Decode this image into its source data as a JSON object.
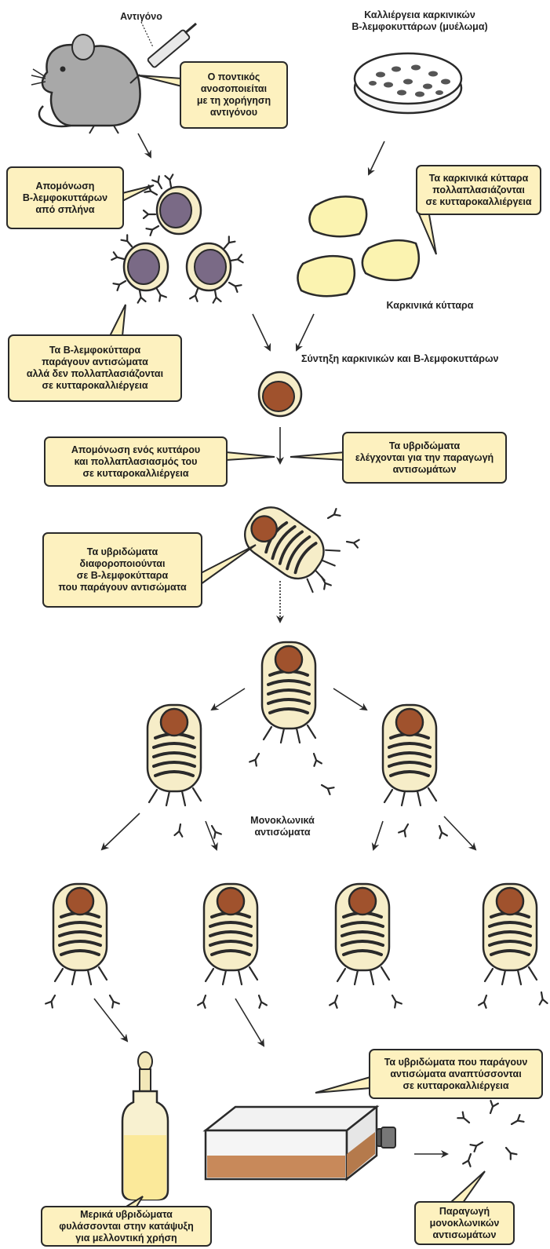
{
  "labels": {
    "antigen": "Αντιγόνο",
    "myeloma": "Καλλιέργεια καρκινικών\nΒ-λεμφοκυττάρων (μυέλωμα)",
    "cancer_cells": "Καρκινικά κύτταρα",
    "fusion": "Σύντηξη καρκινικών και Β-λεμφοκυττάρων",
    "monoclonal": "Μονοκλωνικά\nαντισώματα"
  },
  "callouts": {
    "immunize": "Ο ποντικός\nανοσοποιείται\nμε τη χορήγηση\nαντιγόνου",
    "isolate_b": "Απομόνωση\nΒ-λεμφοκυττάρων\nαπό σπλήνα",
    "cancer_multiply": "Τα καρκινικά κύτταρα\nπολλαπλασιάζονται\nσε κυτταροκαλλιέργεια",
    "b_no_multiply": "Τα Β-λεμφοκύτταρα\nπαράγουν αντισώματα\nαλλά δεν πολλαπλασιάζονται\nσε κυτταροκαλλιέργεια",
    "single_cell": "Απομόνωση ενός κυττάρου\nκαι πολλαπλασιασμός του\nσε κυτταροκαλλιέργεια",
    "screening": "Τα υβριδώματα\nελέγχονται για την παραγωγή\nαντισωμάτων",
    "differentiate": "Τα υβριδώματα\nδιαφοροποιούνται\nσε Β-λεμφοκύτταρα\nπου παράγουν αντισώματα",
    "culture_grow": "Τα υβριδώματα που παράγουν\nαντισώματα αναπτύσσονται\nσε κυτταροκαλλιέργεια",
    "frozen": "Μερικά υβριδώματα\nφυλάσσονται στην κατάψυξη\nγια μελλοντική χρήση",
    "production": "Παραγωγή\nμονοκλωνικών\nαντισωμάτων"
  },
  "colors": {
    "callout_fill": "#fdf1bf",
    "nucleus_brown": "#a0522d",
    "nucleus_purple": "#7a6a86",
    "cell_fill": "#f6edc8",
    "cancer_cell": "#fbf3b0",
    "culture_medium": "#c8895a",
    "ink": "#2a2a2a"
  }
}
